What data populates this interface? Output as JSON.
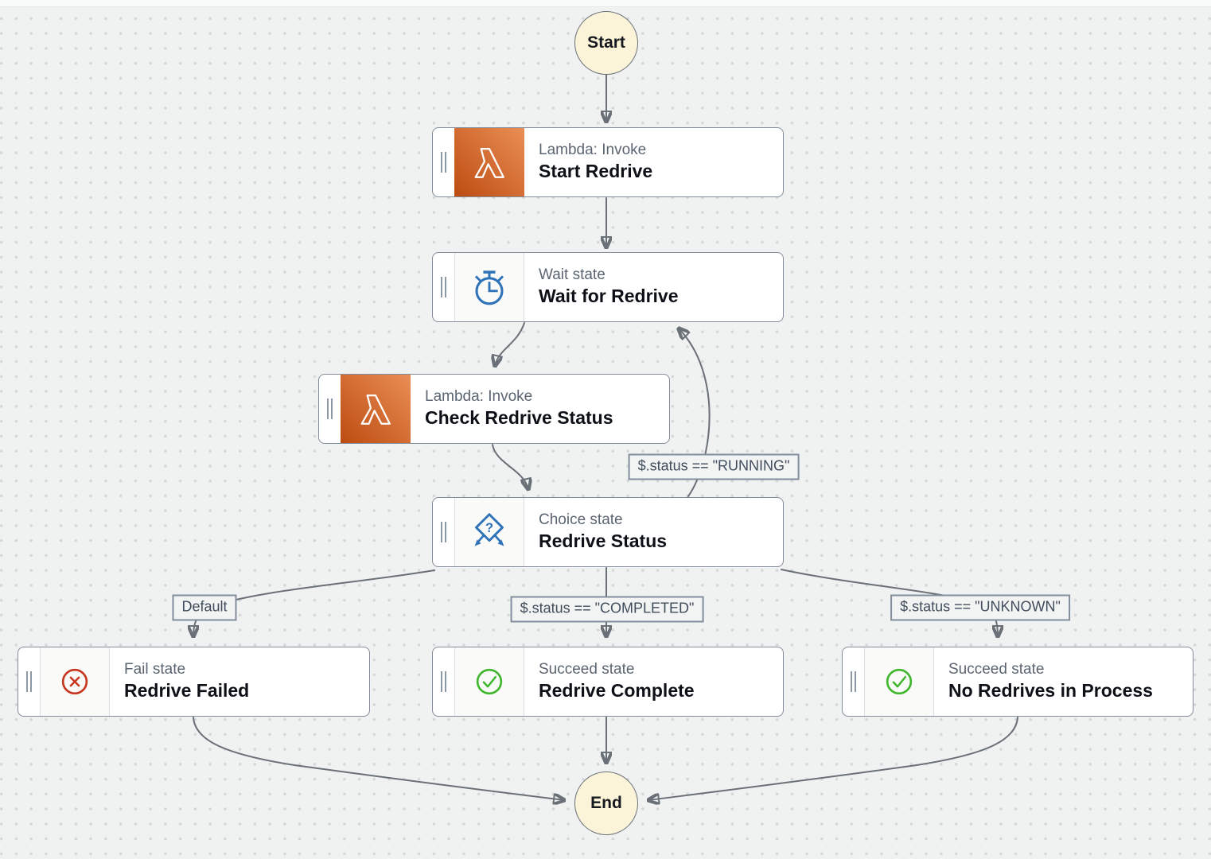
{
  "diagram": {
    "start": {
      "label": "Start"
    },
    "end": {
      "label": "End"
    },
    "states": {
      "start_redrive": {
        "type_label": "Lambda: Invoke",
        "title": "Start Redrive"
      },
      "wait_for_redrive": {
        "type_label": "Wait state",
        "title": "Wait for Redrive"
      },
      "check_redrive_status": {
        "type_label": "Lambda: Invoke",
        "title": "Check Redrive Status"
      },
      "redrive_status": {
        "type_label": "Choice state",
        "title": "Redrive Status"
      },
      "redrive_failed": {
        "type_label": "Fail state",
        "title": "Redrive Failed"
      },
      "redrive_complete": {
        "type_label": "Succeed state",
        "title": "Redrive Complete"
      },
      "no_redrives_in_process": {
        "type_label": "Succeed state",
        "title": "No Redrives in Process"
      }
    },
    "edge_labels": {
      "running": "$.status == \"RUNNING\"",
      "default": "Default",
      "completed": "$.status == \"COMPLETED\"",
      "unknown": "$.status == \"UNKNOWN\""
    },
    "colors": {
      "lambda_orange_dark": "#bc4c11",
      "lambda_orange_light": "#ea8e55",
      "wait_blue": "#2e73b8",
      "choice_blue": "#2e73b8",
      "fail_red": "#c7371f",
      "succeed_green": "#3fb62b",
      "terminal_fill": "#fbf4d8",
      "edge_gray": "#697077",
      "canvas_bg": "#f0f1f1"
    }
  }
}
